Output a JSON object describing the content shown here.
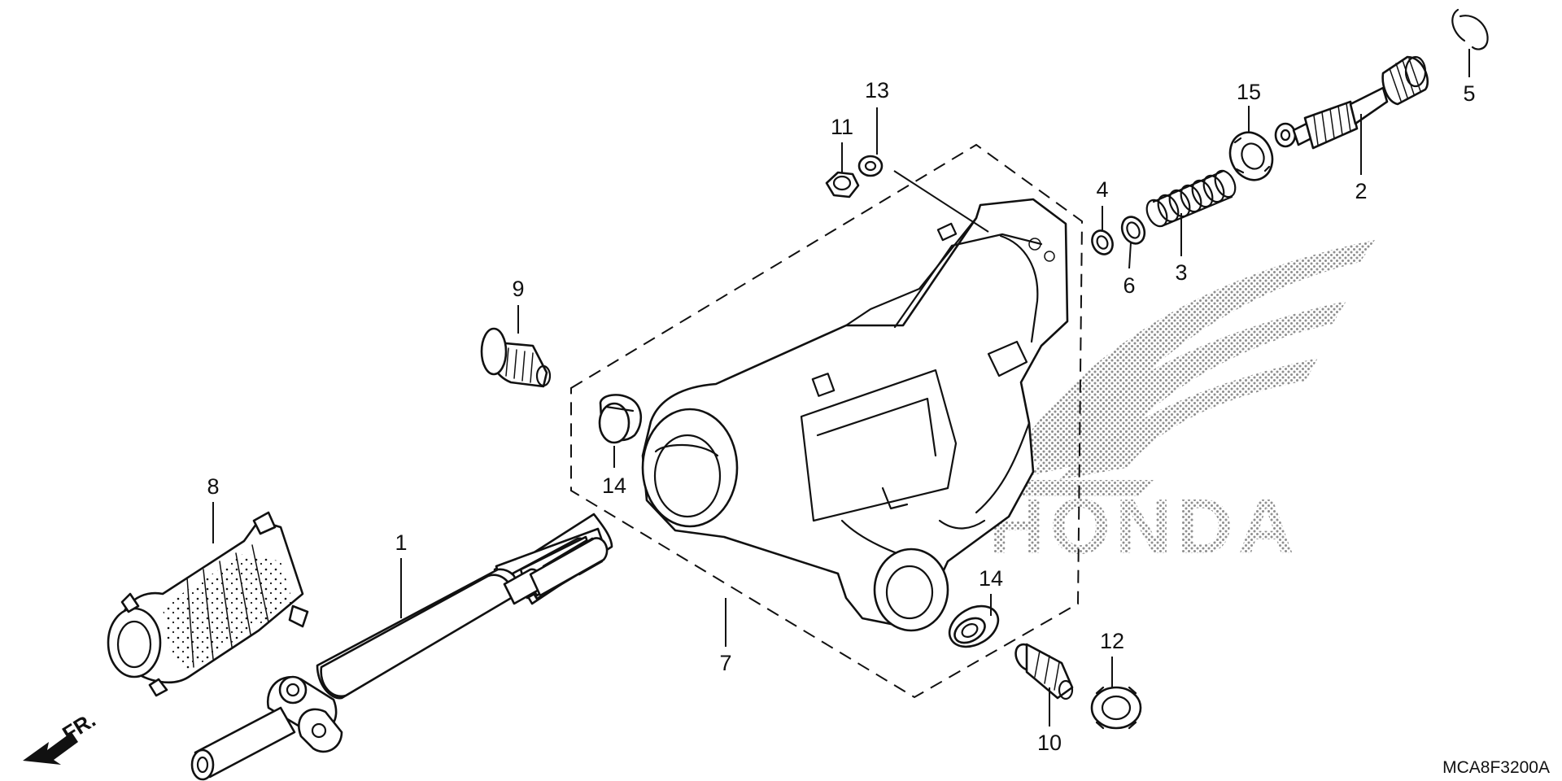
{
  "diagram": {
    "drawing_code": "MCA8F3200A",
    "direction_label": "FR.",
    "watermark_text": "HONDA",
    "callouts": {
      "c1": "1",
      "c2": "2",
      "c3": "3",
      "c4": "4",
      "c5": "5",
      "c6": "6",
      "c7": "7",
      "c8": "8",
      "c9": "9",
      "c10": "10",
      "c11": "11",
      "c12": "12",
      "c13": "13",
      "c14a": "14",
      "c14b": "14",
      "c15": "15"
    },
    "colors": {
      "line": "#111111",
      "watermark": "#9a9a9a"
    },
    "icons": [
      "front-direction-arrow-icon",
      "honda-wing-logo"
    ]
  }
}
